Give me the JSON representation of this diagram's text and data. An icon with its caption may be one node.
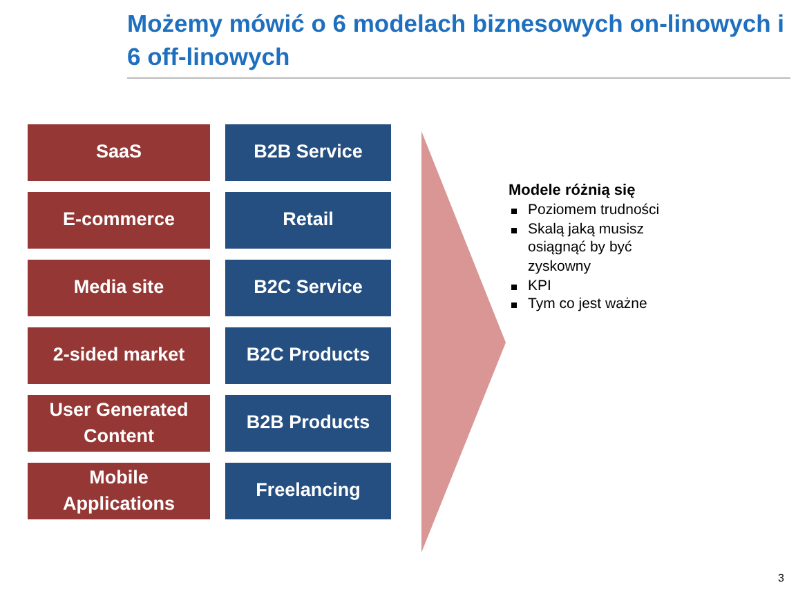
{
  "diagram": {
    "title": "Możemy mówić o 6 modelach biznesowych on-linowych i 6 off-linowych",
    "nodes": [
      {
        "text": [
          "SaaS"
        ]
      },
      {
        "text": [
          "E-commerce"
        ]
      },
      {
        "text": [
          "Media site"
        ]
      },
      {
        "text": [
          "2-sided market"
        ]
      },
      {
        "text": [
          "User Generated Content"
        ]
      },
      {
        "text": [
          "Mobile Applications"
        ]
      },
      {
        "text": [
          "B2B Service"
        ]
      },
      {
        "text": [
          "Retail"
        ]
      },
      {
        "text": [
          "B2C Service"
        ]
      },
      {
        "text": [
          "B2C Products"
        ]
      },
      {
        "text": [
          "B2B Products"
        ]
      },
      {
        "text": [
          "Freelancing"
        ]
      },
      {
        "text": [
          "Modele różnią się",
          "Poziomem trudności",
          "Skalą jaką musisz osiągnąć by być zyskowny",
          "KPI",
          "Tym co jest ważne"
        ]
      }
    ],
    "labels": [
      "3"
    ]
  }
}
